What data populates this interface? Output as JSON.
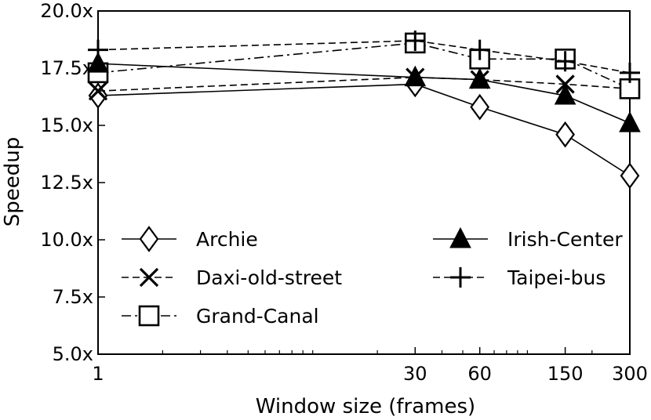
{
  "chart_data": {
    "type": "line",
    "xlabel": "Window size (frames)",
    "ylabel": "Speedup",
    "xscale": "log",
    "xlim": [
      1,
      300
    ],
    "ylim": [
      5.0,
      20.0
    ],
    "x_ticks": [
      {
        "value": 1,
        "label": "1"
      },
      {
        "value": 30,
        "label": "30"
      },
      {
        "value": 60,
        "label": "60"
      },
      {
        "value": 150,
        "label": "150"
      },
      {
        "value": 300,
        "label": "300"
      }
    ],
    "y_ticks": [
      {
        "value": 5.0,
        "label": "5.0x"
      },
      {
        "value": 7.5,
        "label": "7.5x"
      },
      {
        "value": 10.0,
        "label": "10.0x"
      },
      {
        "value": 12.5,
        "label": "12.5x"
      },
      {
        "value": 15.0,
        "label": "15.0x"
      },
      {
        "value": 17.5,
        "label": "17.5x"
      },
      {
        "value": 20.0,
        "label": "20.0x"
      }
    ],
    "grid": false,
    "legend_position": "lower-center, two columns",
    "x": [
      1,
      30,
      60,
      150,
      300
    ],
    "series": [
      {
        "name": "Archie",
        "marker": "diamond-open",
        "dash": "solid",
        "values": [
          16.3,
          16.8,
          15.8,
          14.6,
          12.8
        ]
      },
      {
        "name": "Daxi-old-street",
        "marker": "x",
        "dash": "dashed",
        "values": [
          16.5,
          17.1,
          17.0,
          16.8,
          16.6
        ]
      },
      {
        "name": "Grand-Canal",
        "marker": "square-open",
        "dash": "dashdot",
        "values": [
          17.3,
          18.6,
          17.9,
          17.9,
          16.6
        ]
      },
      {
        "name": "Irish-Center",
        "marker": "triangle-filled",
        "dash": "solid",
        "values": [
          17.7,
          17.1,
          17.0,
          16.3,
          15.1
        ]
      },
      {
        "name": "Taipei-bus",
        "marker": "plus",
        "dash": "dashed",
        "values": [
          18.3,
          18.7,
          18.3,
          17.8,
          17.3
        ]
      }
    ]
  }
}
